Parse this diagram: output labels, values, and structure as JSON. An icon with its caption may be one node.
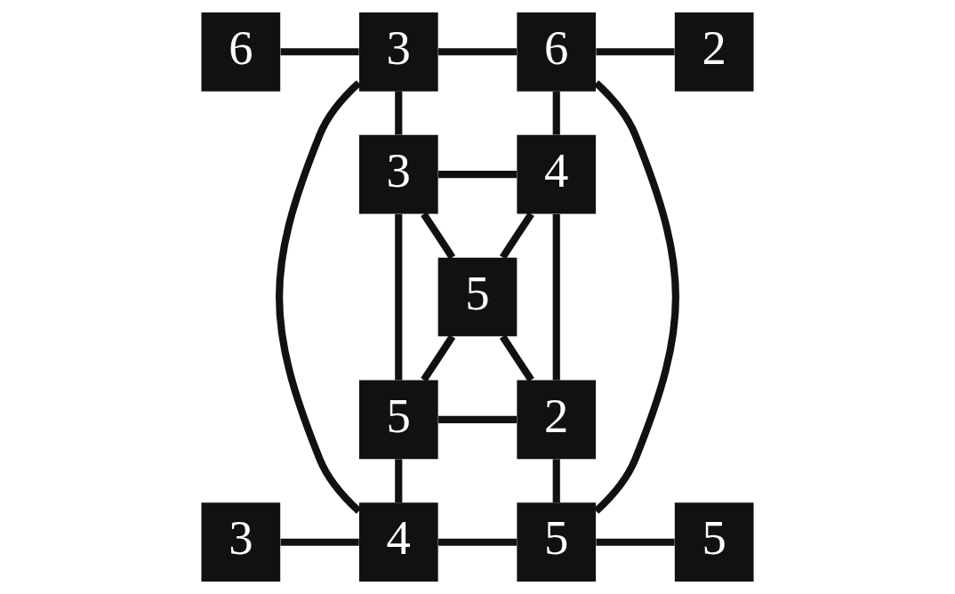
{
  "diagram": {
    "nodes": [
      {
        "text": [
          "6"
        ]
      },
      {
        "text": [
          "3"
        ]
      },
      {
        "text": [
          "6"
        ]
      },
      {
        "text": [
          "2"
        ]
      },
      {
        "text": [
          "3"
        ]
      },
      {
        "text": [
          "4"
        ]
      },
      {
        "text": [
          "5"
        ]
      },
      {
        "text": [
          "5"
        ]
      },
      {
        "text": [
          "2"
        ]
      },
      {
        "text": [
          "3"
        ]
      },
      {
        "text": [
          "4"
        ]
      },
      {
        "text": [
          "5"
        ]
      },
      {
        "text": [
          "5"
        ]
      }
    ],
    "edges": [
      {
        "from": 0,
        "to": 1,
        "arrow": "none"
      },
      {
        "from": 1,
        "to": 2,
        "arrow": "none"
      },
      {
        "from": 2,
        "to": 3,
        "arrow": "none"
      },
      {
        "from": 1,
        "to": 4,
        "arrow": "none"
      },
      {
        "from": 1,
        "to": 10,
        "arrow": "none"
      },
      {
        "from": 2,
        "to": 5,
        "arrow": "none"
      },
      {
        "from": 2,
        "to": 11,
        "arrow": "none"
      },
      {
        "from": 4,
        "to": 5,
        "arrow": "none"
      },
      {
        "from": 4,
        "to": 6,
        "arrow": "none"
      },
      {
        "from": 4,
        "to": 7,
        "arrow": "none"
      },
      {
        "from": 5,
        "to": 6,
        "arrow": "none"
      },
      {
        "from": 5,
        "to": 8,
        "arrow": "none"
      },
      {
        "from": 6,
        "to": 7,
        "arrow": "none"
      },
      {
        "from": 6,
        "to": 8,
        "arrow": "none"
      },
      {
        "from": 7,
        "to": 8,
        "arrow": "none"
      },
      {
        "from": 7,
        "to": 10,
        "arrow": "none"
      },
      {
        "from": 8,
        "to": 11,
        "arrow": "none"
      },
      {
        "from": 9,
        "to": 10,
        "arrow": "none"
      },
      {
        "from": 10,
        "to": 11,
        "arrow": "none"
      },
      {
        "from": 11,
        "to": 12,
        "arrow": "none"
      }
    ]
  }
}
